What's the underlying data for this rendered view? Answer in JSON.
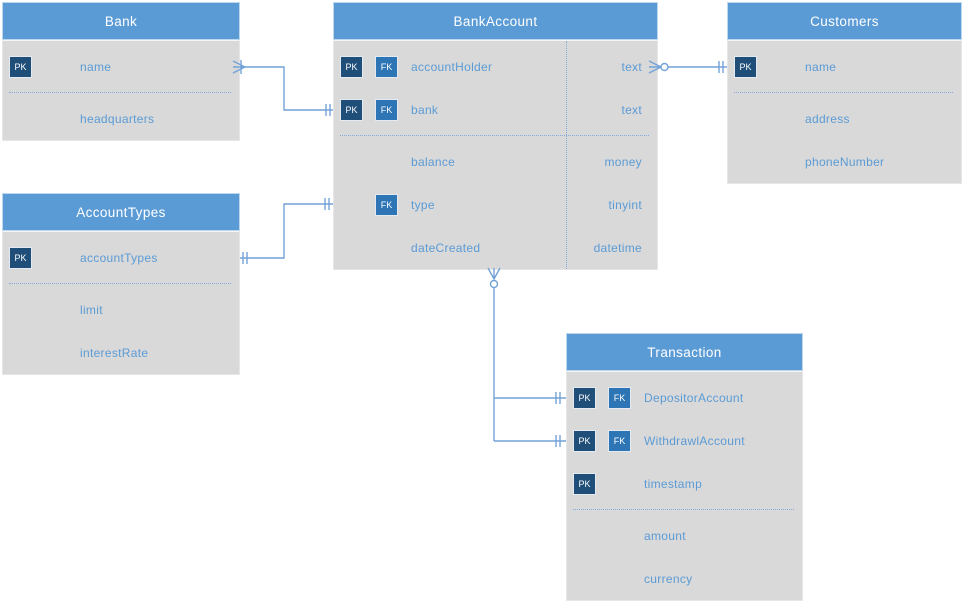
{
  "labels": {
    "pk": "PK",
    "fk": "FK"
  },
  "colors": {
    "header_fill": "#5B9BD5",
    "body_fill": "#D9D9D9",
    "pk_badge_fill": "#1F4E79",
    "fk_badge_fill": "#2E75B6",
    "field_text": "#5B9BD5",
    "title_text": "#FFFFFF",
    "connector": "#74A2D8",
    "separator": "#82ABDD"
  },
  "entities": [
    {
      "title": "Bank",
      "key_fields": [
        {
          "field": "name",
          "datatype": ""
        }
      ],
      "fields": [
        {
          "field": "headquarters",
          "datatype": ""
        }
      ]
    },
    {
      "title": "BankAccount",
      "key_fields": [
        {
          "field": "accountHolder",
          "datatype": "text"
        },
        {
          "field": "bank",
          "datatype": "text"
        }
      ],
      "fields": [
        {
          "field": "balance",
          "datatype": "money"
        },
        {
          "field": "type",
          "datatype": "tinyint"
        },
        {
          "field": "dateCreated",
          "datatype": "datetime"
        }
      ]
    },
    {
      "title": "Customers",
      "key_fields": [
        {
          "field": "name",
          "datatype": ""
        }
      ],
      "fields": [
        {
          "field": "address",
          "datatype": ""
        },
        {
          "field": "phoneNumber",
          "datatype": ""
        }
      ]
    },
    {
      "title": "AccountTypes",
      "key_fields": [
        {
          "field": "accountTypes",
          "datatype": ""
        }
      ],
      "fields": [
        {
          "field": "limit",
          "datatype": ""
        },
        {
          "field": "interestRate",
          "datatype": ""
        }
      ]
    },
    {
      "title": "Transaction",
      "key_fields": [
        {
          "field": "DepositorAccount",
          "datatype": ""
        },
        {
          "field": "WithdrawlAccount",
          "datatype": ""
        },
        {
          "field": "timestamp",
          "datatype": ""
        }
      ],
      "fields": [
        {
          "field": "amount",
          "datatype": ""
        },
        {
          "field": "currency",
          "datatype": ""
        }
      ]
    }
  ],
  "relationships": [
    {
      "from": "Bank.name",
      "to": "BankAccount.bank",
      "from_cardinality": "one-or-many",
      "to_cardinality": "one-and-only-one"
    },
    {
      "from": "BankAccount.accountHolder",
      "to": "Customers.name",
      "from_cardinality": "zero-or-many",
      "to_cardinality": "one-and-only-one"
    },
    {
      "from": "AccountTypes.accountTypes",
      "to": "BankAccount.type",
      "from_cardinality": "one-and-only-one",
      "to_cardinality": "one-and-only-one"
    },
    {
      "from": "BankAccount",
      "to": "Transaction.DepositorAccount",
      "from_cardinality": "zero-or-many",
      "to_cardinality": "one-and-only-one"
    },
    {
      "from": "BankAccount",
      "to": "Transaction.WithdrawlAccount",
      "from_cardinality": "zero-or-many",
      "to_cardinality": "one-and-only-one"
    }
  ]
}
